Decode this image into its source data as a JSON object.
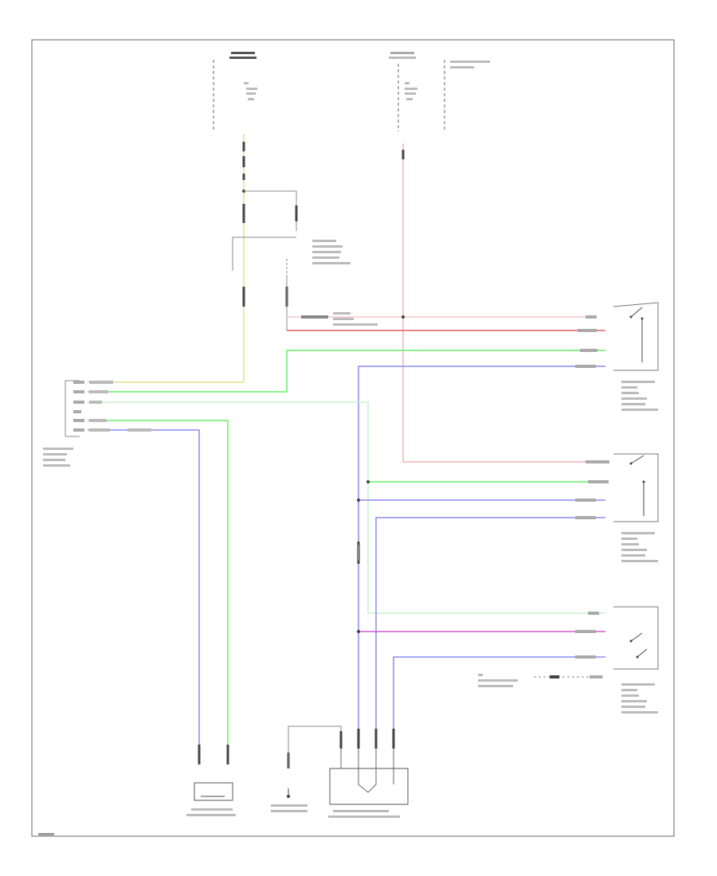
{
  "colors": {
    "yellow": "#e4e08a",
    "green": "#66ee66",
    "blue": "#8a8af0",
    "red": "#ee5a66",
    "magenta": "#d05ad0",
    "pink": "#f0b0b0",
    "gray": "#888888",
    "frame": "#666666"
  },
  "icons": {
    "ground": "ground-symbol",
    "switch": "switch-contact-symbol",
    "connector": "connector-terminal-symbol",
    "splice": "splice-dot-symbol"
  },
  "wires": [
    {
      "id": "yellow-trunk",
      "color": "yellow"
    },
    {
      "id": "green-b-to-top",
      "color": "green"
    },
    {
      "id": "red-to-switch1",
      "color": "red"
    },
    {
      "id": "blue-to-switch1",
      "color": "blue"
    },
    {
      "id": "pink-feed",
      "color": "pink"
    },
    {
      "id": "green-mid",
      "color": "green"
    },
    {
      "id": "blue-mid",
      "color": "blue"
    },
    {
      "id": "blue-lower",
      "color": "blue"
    },
    {
      "id": "green-lower",
      "color": "green"
    },
    {
      "id": "magenta-lower",
      "color": "magenta"
    },
    {
      "id": "blue-bottom",
      "color": "blue"
    },
    {
      "id": "green-to-sensor",
      "color": "green"
    },
    {
      "id": "blue-to-sensor",
      "color": "blue"
    }
  ]
}
